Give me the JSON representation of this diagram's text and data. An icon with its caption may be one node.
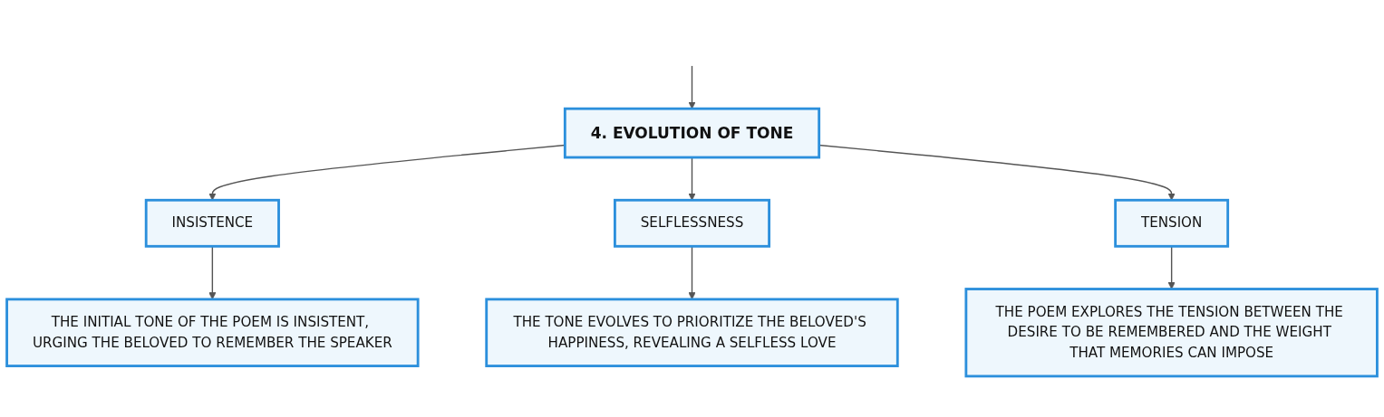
{
  "diagram": {
    "nodes": [
      {
        "text": [
          "4. EVOLUTION OF TONE"
        ]
      },
      {
        "text": [
          "INSISTENCE"
        ]
      },
      {
        "text": [
          "SELFLESSNESS"
        ]
      },
      {
        "text": [
          "TENSION"
        ]
      },
      {
        "text": [
          "THE INITIAL TONE OF THE POEM IS INSISTENT, URGING THE BELOVED TO REMEMBER THE SPEAKER"
        ]
      },
      {
        "text": [
          "THE TONE EVOLVES TO PRIORITIZE THE BELOVED'S HAPPINESS, REVEALING A SELFLESS LOVE"
        ]
      },
      {
        "text": [
          "THE POEM EXPLORES THE TENSION BETWEEN THE DESIRE TO BE REMEMBERED AND THE WEIGHT THAT MEMORIES CAN IMPOSE"
        ]
      }
    ],
    "edges": [
      {
        "from": null,
        "to": 0,
        "arrow": "to"
      },
      {
        "from": 0,
        "to": 1,
        "arrow": "to"
      },
      {
        "from": 0,
        "to": 2,
        "arrow": "to"
      },
      {
        "from": 0,
        "to": 3,
        "arrow": "to"
      },
      {
        "from": 1,
        "to": 4,
        "arrow": "to"
      },
      {
        "from": 2,
        "to": 5,
        "arrow": "to"
      },
      {
        "from": 3,
        "to": 6,
        "arrow": "to"
      }
    ]
  }
}
